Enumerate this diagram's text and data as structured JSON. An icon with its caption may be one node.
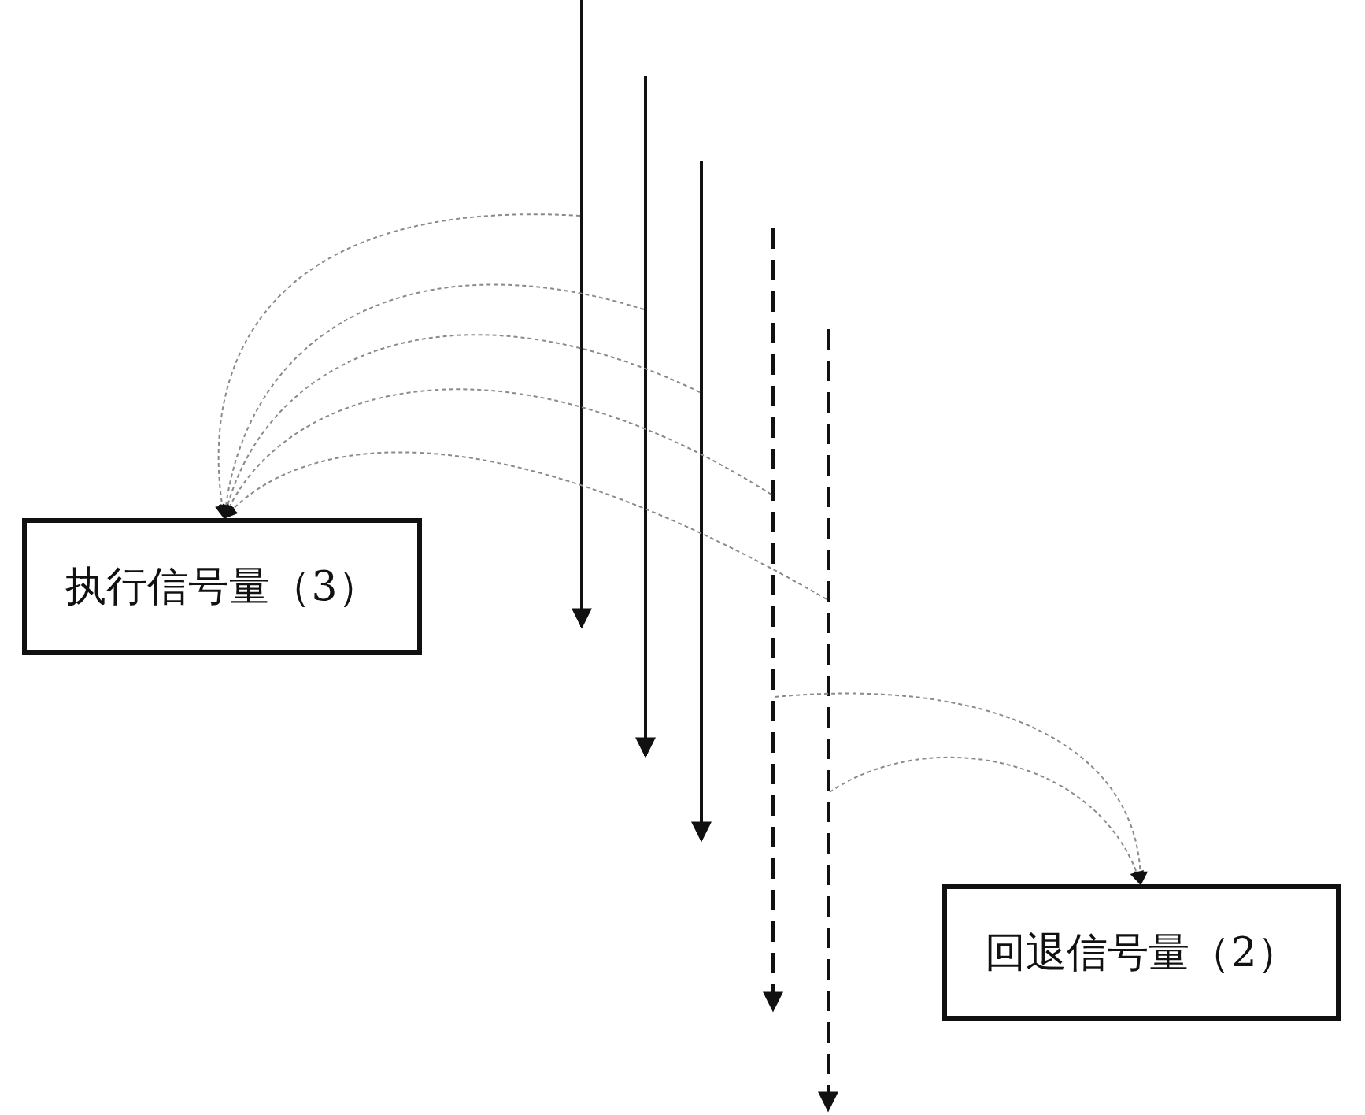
{
  "diagram": {
    "nodes": [
      {
        "text": [
          "执行信号量（3）"
        ]
      },
      {
        "text": [
          "回退信号量（2）"
        ]
      }
    ],
    "edges": [
      {
        "from": null,
        "to": 0,
        "arrow": "to",
        "style": "dashed"
      },
      {
        "from": null,
        "to": 0,
        "arrow": "to",
        "style": "dashed"
      },
      {
        "from": null,
        "to": 0,
        "arrow": "to",
        "style": "dashed"
      },
      {
        "from": null,
        "to": 0,
        "arrow": "to",
        "style": "dashed"
      },
      {
        "from": null,
        "to": 0,
        "arrow": "to",
        "style": "dashed"
      },
      {
        "from": null,
        "to": 1,
        "arrow": "to",
        "style": "dashed"
      },
      {
        "from": null,
        "to": 1,
        "arrow": "to",
        "style": "dashed"
      }
    ]
  }
}
